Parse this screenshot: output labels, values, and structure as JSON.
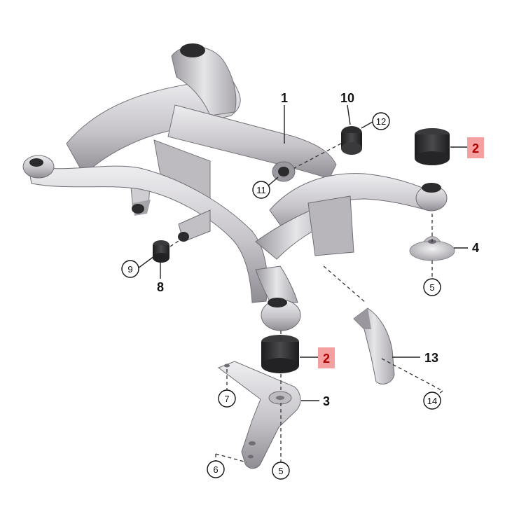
{
  "callouts": {
    "c1": "1",
    "c2_top": "2",
    "c2_bottom": "2",
    "c3": "3",
    "c4": "4",
    "c5_right": "5",
    "c5_bottom": "5",
    "c6": "6",
    "c7": "7",
    "c8": "8",
    "c9": "9",
    "c10": "10",
    "c11": "11",
    "c12": "12",
    "c13": "13",
    "c14": "14"
  },
  "colors": {
    "metal": "#c9c7cb",
    "metal_dark": "#8e8c92",
    "metal_light": "#e8e7ea",
    "rubber": "#2a2a2c",
    "highlight_box": "#f4a0a0",
    "highlight_text": "#b00000"
  }
}
